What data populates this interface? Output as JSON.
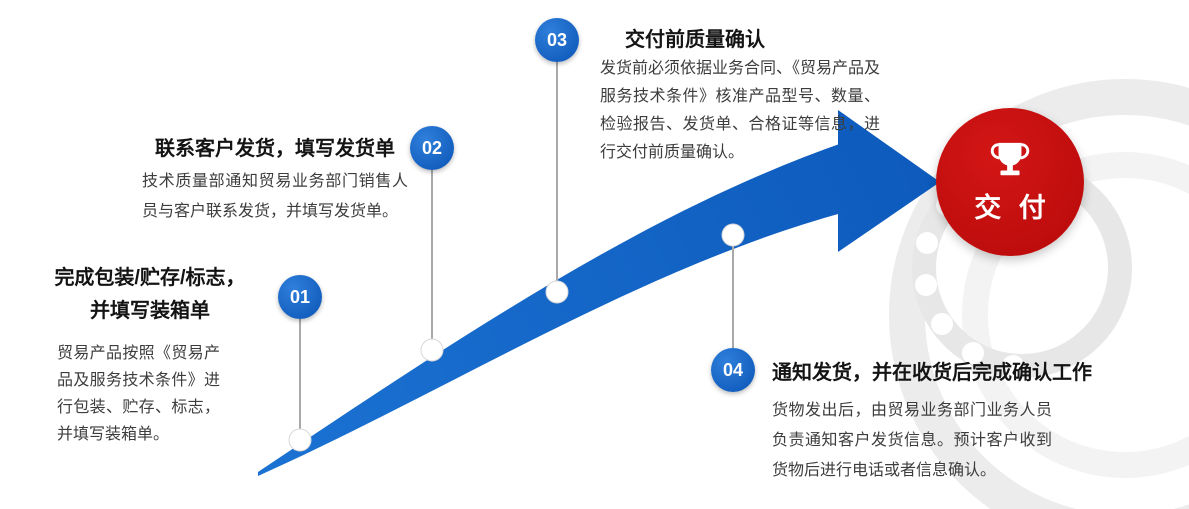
{
  "steps": [
    {
      "number": "01",
      "title": "完成包装/贮存/标志，\n并填写装箱单",
      "body": "贸易产品按照《贸易产品及服务技术条件》进行包装、贮存、标志，并填写装箱单。"
    },
    {
      "number": "02",
      "title": "联系客户发货，填写发货单",
      "body": "技术质量部通知贸易业务部门销售人员与客户联系发货，并填写发货单。"
    },
    {
      "number": "03",
      "title": "交付前质量确认",
      "body": "发货前必须依据业务合同、《贸易产品及服务技术条件》核准产品型号、数量、检验报告、发货单、合格证等信息，进行交付前质量确认。"
    },
    {
      "number": "04",
      "title": "通知发货，并在收货后完成确认工作",
      "body": "货物发出后，由贸易业务部门业务人员负责通知客户发货信息。预计客户收到货物后进行电话或者信息确认。"
    }
  ],
  "delivery": {
    "label": "交 付",
    "icon": "trophy-icon"
  },
  "colors": {
    "step_blue": "#0e5fc0",
    "arrow_blue": "#1165c8",
    "delivery_red": "#c00d0d",
    "title_text": "#141414",
    "body_text": "#3d3d3d",
    "connector_gray": "#a9a9a9",
    "background_swirl_gray": "#ececec"
  }
}
